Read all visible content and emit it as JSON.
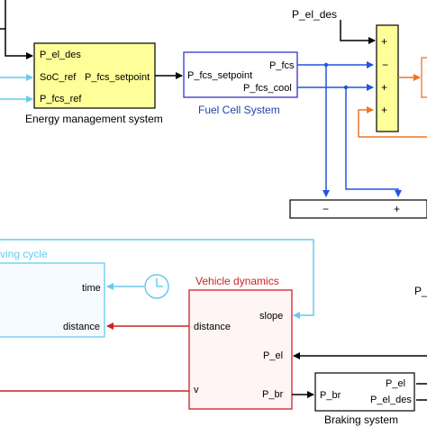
{
  "labels": {
    "p_el_des_top": "P_el_des",
    "p_el_des_right_edge": "P_el",
    "energy_caption": "Energy management system",
    "fuel_cell_caption": "Fuel Cell System",
    "driving_cycle_caption": "ving cycle",
    "vehicle_dynamics_caption": "Vehicle dynamics",
    "braking_caption": "Braking system"
  },
  "blocks": {
    "energy_management": {
      "ports_in": [
        "P_el_des",
        "SoC_ref",
        "P_fcs_ref"
      ],
      "port_out": "P_fcs_setpoint"
    },
    "fuel_cell": {
      "port_in": "P_fcs_setpoint",
      "ports_out": [
        "P_fcs",
        "P_fcs_cool"
      ]
    },
    "sum_block": {
      "signs": [
        "+",
        "−",
        "+",
        "+"
      ]
    },
    "bottom_bar": {
      "signs": [
        "−",
        "+"
      ]
    },
    "driving_cycle": {
      "ports_out": [
        "time",
        "distance"
      ]
    },
    "vehicle_dynamics": {
      "ports_in": [
        "distance",
        "v"
      ],
      "ports_right": [
        "slope",
        "P_el",
        "P_br"
      ]
    },
    "braking": {
      "port_in": "P_br",
      "ports_out": [
        "P_el",
        "P_el_des"
      ]
    }
  },
  "colors": {
    "energy_fill": "#ffff99",
    "fuel_cell_border": "#3333cc",
    "fuel_cell_text": "#2244aa",
    "blue_signal": "#2255dd",
    "cyan_signal": "#66ccee",
    "red_signal": "#cc2222",
    "orange_signal": "#ee7722",
    "vehicle_fill": "#fff5f5",
    "driving_fill": "#f6fbff",
    "clock_color": "#66ccee"
  }
}
